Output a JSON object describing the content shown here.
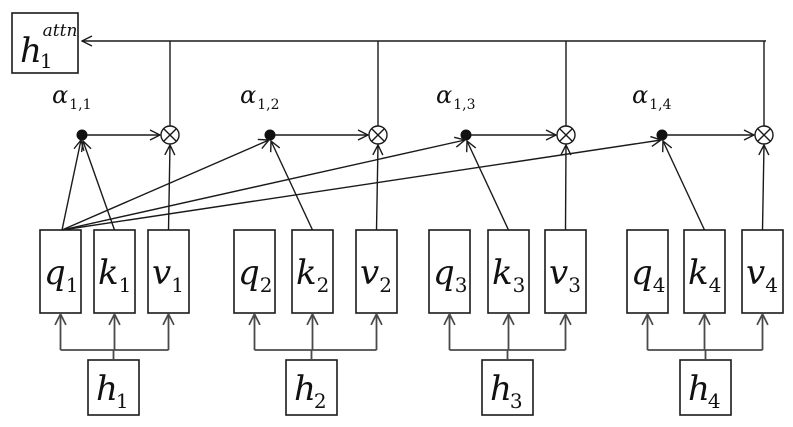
{
  "output": {
    "symbol": "h",
    "subscript": "1",
    "superscript": "attn"
  },
  "groups": [
    {
      "q": {
        "symbol": "q",
        "sub": "1"
      },
      "k": {
        "symbol": "k",
        "sub": "1"
      },
      "v": {
        "symbol": "v",
        "sub": "1"
      },
      "h": {
        "symbol": "h",
        "sub": "1"
      },
      "alpha": {
        "symbol": "α",
        "sub": "1,1"
      }
    },
    {
      "q": {
        "symbol": "q",
        "sub": "2"
      },
      "k": {
        "symbol": "k",
        "sub": "2"
      },
      "v": {
        "symbol": "v",
        "sub": "2"
      },
      "h": {
        "symbol": "h",
        "sub": "2"
      },
      "alpha": {
        "symbol": "α",
        "sub": "1,2"
      }
    },
    {
      "q": {
        "symbol": "q",
        "sub": "3"
      },
      "k": {
        "symbol": "k",
        "sub": "3"
      },
      "v": {
        "symbol": "v",
        "sub": "3"
      },
      "h": {
        "symbol": "h",
        "sub": "3"
      },
      "alpha": {
        "symbol": "α",
        "sub": "1,3"
      }
    },
    {
      "q": {
        "symbol": "q",
        "sub": "4"
      },
      "k": {
        "symbol": "k",
        "sub": "4"
      },
      "v": {
        "symbol": "v",
        "sub": "4"
      },
      "h": {
        "symbol": "h",
        "sub": "4"
      },
      "alpha": {
        "symbol": "α",
        "sub": "1,4"
      }
    }
  ],
  "multiply_symbol": "⊗",
  "query_source_group": 1
}
